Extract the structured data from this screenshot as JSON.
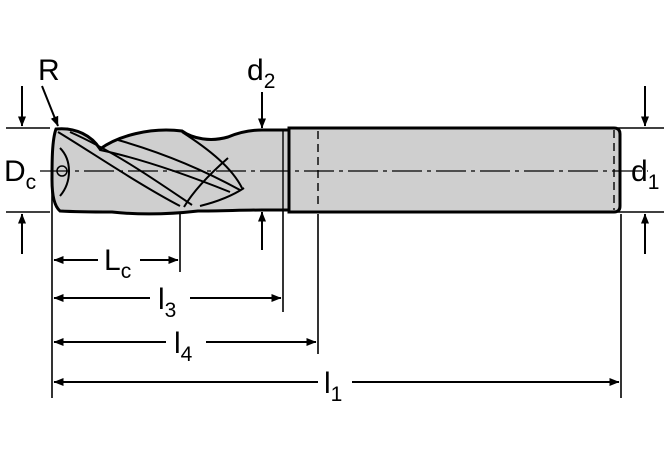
{
  "labels": {
    "R": {
      "main": "R",
      "sub": ""
    },
    "Dc": {
      "main": "D",
      "sub": "c"
    },
    "d1": {
      "main": "d",
      "sub": "1"
    },
    "d2": {
      "main": "d",
      "sub": "2"
    },
    "Lc": {
      "main": "L",
      "sub": "c"
    },
    "l3": {
      "main": "l",
      "sub": "3"
    },
    "l4": {
      "main": "l",
      "sub": "4"
    },
    "l1": {
      "main": "l",
      "sub": "1"
    }
  },
  "colors": {
    "body_fill": "#cfcfcf",
    "line": "#000000"
  }
}
